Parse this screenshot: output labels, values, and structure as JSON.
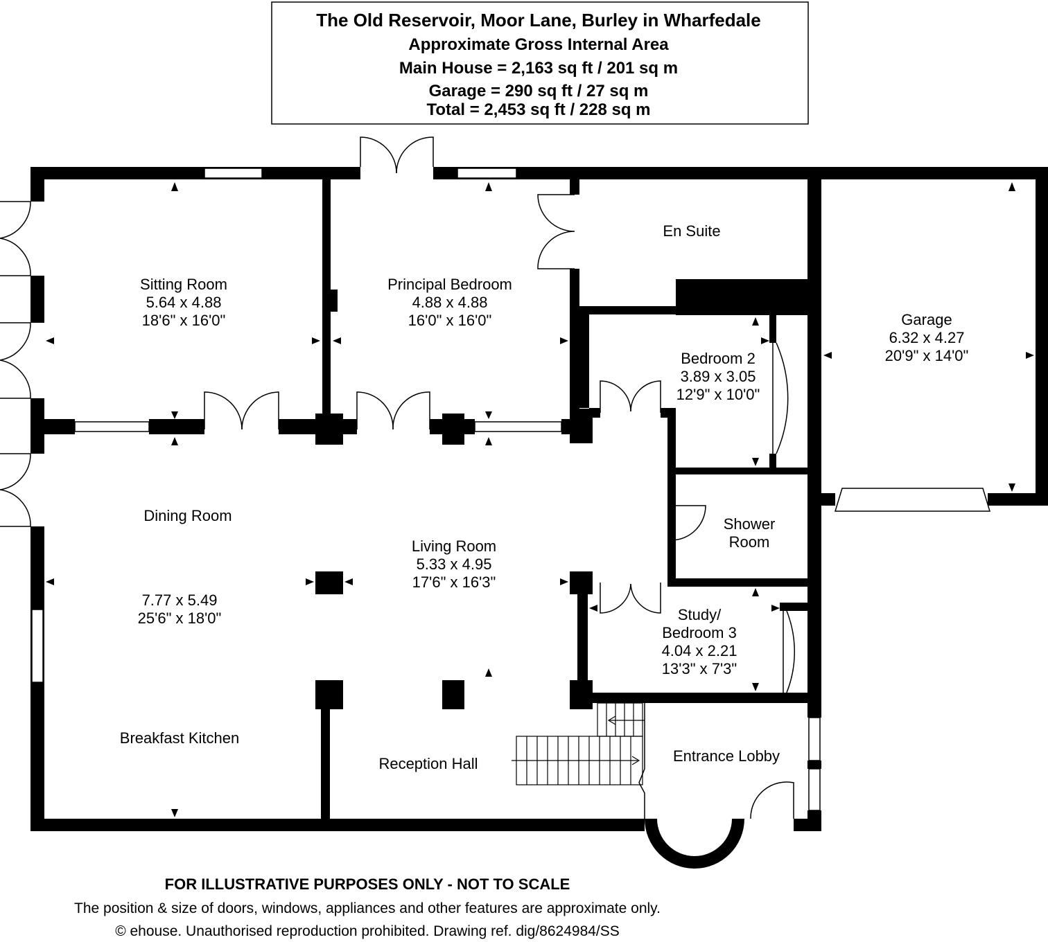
{
  "header": {
    "title": "The Old Reservoir, Moor Lane, Burley in Wharfedale",
    "subtitle": "Approximate Gross Internal Area",
    "main_house": "Main House = 2,163 sq ft / 201 sq m",
    "garage": "Garage = 290 sq ft / 27 sq m",
    "total": "Total = 2,453 sq ft / 228 sq m"
  },
  "rooms": {
    "sitting": {
      "name": "Sitting Room",
      "metric": "5.64 x 4.88",
      "imperial": "18'6\" x 16'0\""
    },
    "principal": {
      "name": "Principal Bedroom",
      "metric": "4.88 x 4.88",
      "imperial": "16'0\" x 16'0\""
    },
    "ensuite": {
      "name": "En Suite"
    },
    "garage": {
      "name": "Garage",
      "metric": "6.32 x 4.27",
      "imperial": "20'9\" x 14'0\""
    },
    "bedroom2": {
      "name": "Bedroom 2",
      "metric": "3.89 x 3.05",
      "imperial": "12'9\" x 10'0\""
    },
    "shower": {
      "name1": "Shower",
      "name2": "Room"
    },
    "dining": {
      "name": "Dining Room",
      "metric": "7.77 x 5.49",
      "imperial": "25'6\" x 18'0\""
    },
    "living": {
      "name": "Living Room",
      "metric": "5.33 x 4.95",
      "imperial": "17'6\" x 16'3\""
    },
    "study": {
      "name1": "Study/",
      "name2": "Bedroom 3",
      "metric": "4.04 x 2.21",
      "imperial": "13'3\" x 7'3\""
    },
    "kitchen": {
      "name": "Breakfast Kitchen"
    },
    "reception": {
      "name": "Reception Hall"
    },
    "lobby": {
      "name": "Entrance Lobby"
    }
  },
  "footer": {
    "disclaimer": "FOR ILLUSTRATIVE PURPOSES ONLY - NOT TO SCALE",
    "note": "The position & size of doors, windows, appliances and other features are approximate only.",
    "copyright": "© ehouse. Unauthorised reproduction prohibited. Drawing ref. dig/8624984/SS"
  }
}
